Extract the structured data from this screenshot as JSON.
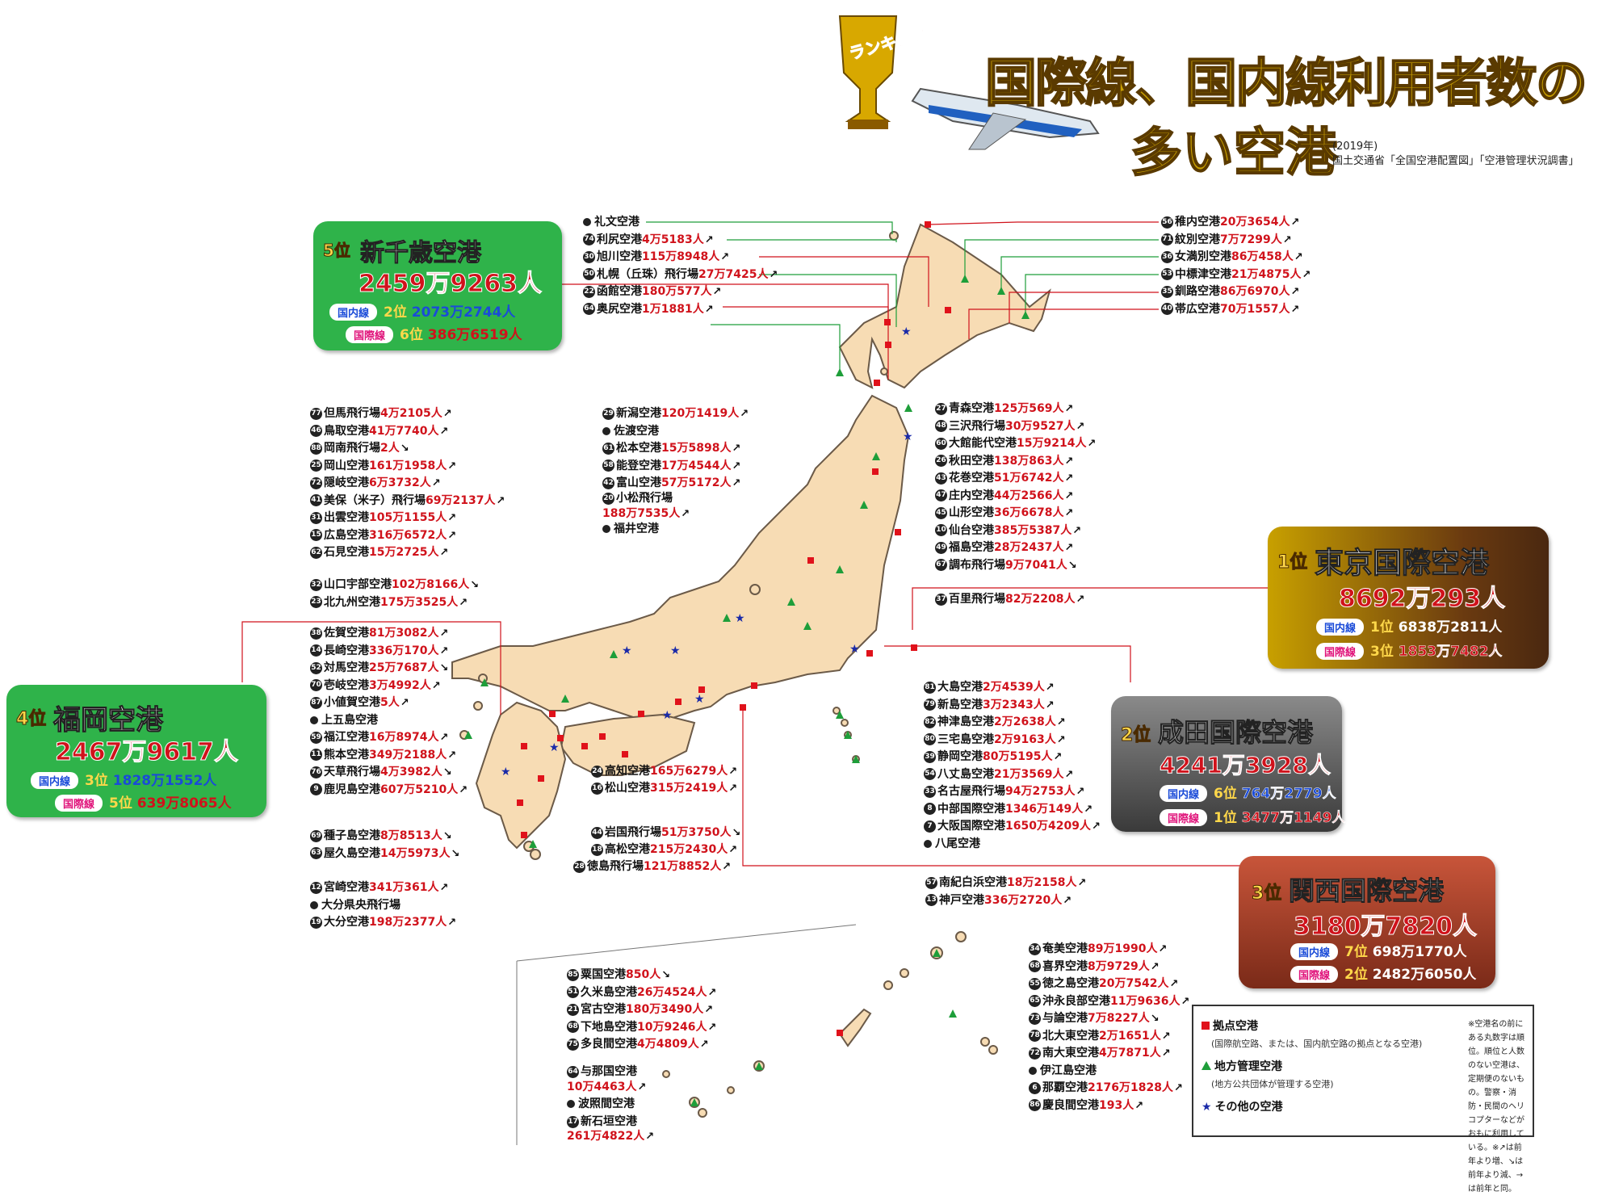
{
  "title": {
    "badge_text": "ランキング",
    "line1": "国際線、国内線利用者数の",
    "line2": "多い空港",
    "year": "(2019年)",
    "source": "国土交通省「全国空港配置図」「空港管理状況調書」"
  },
  "rank_boxes": {
    "r5": {
      "rank": "5位",
      "name": "新千歳空港",
      "total": "2459万9263人",
      "dom_tag": "国内線",
      "dom_rank": "2位",
      "dom_val": "2073万2744人",
      "intl_tag": "国際線",
      "intl_rank": "6位",
      "intl_val": "386万6519人"
    },
    "r1": {
      "rank": "1位",
      "name": "東京国際空港",
      "total": "8692万293人",
      "dom_tag": "国内線",
      "dom_rank": "1位",
      "dom_val": "6838万2811人",
      "intl_tag": "国際線",
      "intl_rank": "3位",
      "intl_val": "1853万7482人"
    },
    "r4": {
      "rank": "4位",
      "name": "福岡空港",
      "total": "2467万9617人",
      "dom_tag": "国内線",
      "dom_rank": "3位",
      "dom_val": "1828万1552人",
      "intl_tag": "国際線",
      "intl_rank": "5位",
      "intl_val": "639万8065人"
    },
    "r2": {
      "rank": "2位",
      "name": "成田国際空港",
      "total": "4241万3928人",
      "dom_tag": "国内線",
      "dom_rank": "6位",
      "dom_val": "764万2779人",
      "intl_tag": "国際線",
      "intl_rank": "1位",
      "intl_val": "3477万1149人"
    },
    "r3": {
      "rank": "3位",
      "name": "関西国際空港",
      "total": "3180万7820人",
      "dom_tag": "国内線",
      "dom_rank": "7位",
      "dom_val": "698万1770人",
      "intl_tag": "国際線",
      "intl_rank": "2位",
      "intl_val": "2482万6050人"
    }
  },
  "legend": {
    "hub": "拠点空港",
    "hub_note": "(国際航空路、または、国内航空路の拠点となる空港)",
    "local": "地方管理空港",
    "local_note": "(地方公共団体が管理する空港)",
    "other": "その他の空港",
    "note": "※空港名の前にある丸数字は順位。順位と人数のない空港は、定期便のないもの。警察・消防・民間のヘリコプターなどがおもに利用している。※↗は前年より増、↘は前年より減、→は前年と同。",
    "colors": {
      "hub": "#e0121b",
      "local": "#1e9e3a",
      "other": "#1a2aa8"
    }
  },
  "labels": {
    "hokkaido_left": [
      {
        "num": "",
        "name": "礼文空港",
        "value": "",
        "arrow": ""
      },
      {
        "num": "74",
        "name": "利尻空港",
        "value": "4万5183人",
        "arrow": "↗"
      },
      {
        "num": "30",
        "name": "旭川空港",
        "value": "115万8948人",
        "arrow": "↗"
      },
      {
        "num": "50",
        "name": "札幌（丘珠）飛行場",
        "value": "27万7425人",
        "arrow": "↗"
      },
      {
        "num": "22",
        "name": "函館空港",
        "value": "180万577人",
        "arrow": "↗"
      },
      {
        "num": "64",
        "name": "奥尻空港",
        "value": "1万1881人",
        "arrow": "↗"
      }
    ],
    "hokkaido_right": [
      {
        "num": "56",
        "name": "稚内空港",
        "value": "20万3654人",
        "arrow": "↗"
      },
      {
        "num": "71",
        "name": "紋別空港",
        "value": "7万7299人",
        "arrow": "↗"
      },
      {
        "num": "36",
        "name": "女満別空港",
        "value": "86万458人",
        "arrow": "↗"
      },
      {
        "num": "53",
        "name": "中標津空港",
        "value": "21万4875人",
        "arrow": "↗"
      },
      {
        "num": "35",
        "name": "釧路空港",
        "value": "86万6970人",
        "arrow": "↗"
      },
      {
        "num": "40",
        "name": "帯広空港",
        "value": "70万1557人",
        "arrow": "↗"
      }
    ],
    "west_upper": [
      {
        "num": "77",
        "name": "但馬飛行場",
        "value": "4万2105人",
        "arrow": "↗"
      },
      {
        "num": "46",
        "name": "鳥取空港",
        "value": "41万7740人",
        "arrow": "↗"
      },
      {
        "num": "88",
        "name": "岡南飛行場",
        "value": "2人",
        "arrow": "↘"
      },
      {
        "num": "25",
        "name": "岡山空港",
        "value": "161万1958人",
        "arrow": "↗"
      },
      {
        "num": "72",
        "name": "隠岐空港",
        "value": "6万3732人",
        "arrow": "↗"
      },
      {
        "num": "41",
        "name": "美保（米子）飛行場",
        "value": "69万2137人",
        "arrow": "↗"
      },
      {
        "num": "31",
        "name": "出雲空港",
        "value": "105万1155人",
        "arrow": "↗"
      },
      {
        "num": "15",
        "name": "広島空港",
        "value": "316万6572人",
        "arrow": "↗"
      },
      {
        "num": "62",
        "name": "石見空港",
        "value": "15万2725人",
        "arrow": "↗"
      }
    ],
    "west_mid": [
      {
        "num": "32",
        "name": "山口宇部空港",
        "value": "102万8166人",
        "arrow": "↘"
      },
      {
        "num": "23",
        "name": "北九州空港",
        "value": "175万3525人",
        "arrow": "↗"
      }
    ],
    "kyushu": [
      {
        "num": "38",
        "name": "佐賀空港",
        "value": "81万3082人",
        "arrow": "↗"
      },
      {
        "num": "14",
        "name": "長崎空港",
        "value": "336万170人",
        "arrow": "↗"
      },
      {
        "num": "52",
        "name": "対馬空港",
        "value": "25万7687人",
        "arrow": "↘"
      },
      {
        "num": "70",
        "name": "壱岐空港",
        "value": "3万4992人",
        "arrow": "↗"
      },
      {
        "num": "87",
        "name": "小値賀空港",
        "value": "5人",
        "arrow": "↗"
      },
      {
        "num": "",
        "name": "上五島空港",
        "value": "",
        "arrow": ""
      },
      {
        "num": "59",
        "name": "福江空港",
        "value": "16万8974人",
        "arrow": "↗"
      },
      {
        "num": "11",
        "name": "熊本空港",
        "value": "349万2188人",
        "arrow": "↗"
      },
      {
        "num": "76",
        "name": "天草飛行場",
        "value": "4万3982人",
        "arrow": "↘"
      },
      {
        "num": "9",
        "name": "鹿児島空港",
        "value": "607万5210人",
        "arrow": "↗"
      }
    ],
    "kyushu_south": [
      {
        "num": "69",
        "name": "種子島空港",
        "value": "8万8513人",
        "arrow": "↘"
      },
      {
        "num": "63",
        "name": "屋久島空港",
        "value": "14万5973人",
        "arrow": "↘"
      }
    ],
    "kyushu_east": [
      {
        "num": "12",
        "name": "宮崎空港",
        "value": "341万361人",
        "arrow": "↗"
      },
      {
        "num": "",
        "name": "大分県央飛行場",
        "value": "",
        "arrow": ""
      },
      {
        "num": "19",
        "name": "大分空港",
        "value": "198万2377人",
        "arrow": "↗"
      }
    ],
    "center_top": [
      {
        "num": "29",
        "name": "新潟空港",
        "value": "120万1419人",
        "arrow": "↗"
      },
      {
        "num": "",
        "name": "佐渡空港",
        "value": "",
        "arrow": ""
      },
      {
        "num": "61",
        "name": "松本空港",
        "value": "15万5898人",
        "arrow": "↗"
      },
      {
        "num": "58",
        "name": "能登空港",
        "value": "17万4544人",
        "arrow": "↗"
      },
      {
        "num": "42",
        "name": "富山空港",
        "value": "57万5172人",
        "arrow": "↗"
      }
    ],
    "center_komatsu": {
      "num": "20",
      "name": "小松飛行場",
      "value": "188万7535人",
      "arrow": "↗"
    },
    "center_fukui": {
      "num": "",
      "name": "福井空港"
    },
    "shikoku": [
      {
        "num": "24",
        "name": "高知空港",
        "value": "165万6279人",
        "arrow": "↗"
      },
      {
        "num": "16",
        "name": "松山空港",
        "value": "315万2419人",
        "arrow": "↗"
      },
      {
        "num": "44",
        "name": "岩国飛行場",
        "value": "51万3750人",
        "arrow": "↘"
      },
      {
        "num": "18",
        "name": "高松空港",
        "value": "215万2430人",
        "arrow": "↗"
      },
      {
        "num": "28",
        "name": "徳島飛行場",
        "value": "121万8852人",
        "arrow": "↗"
      }
    ],
    "tohoku": [
      {
        "num": "27",
        "name": "青森空港",
        "value": "125万569人",
        "arrow": "↗"
      },
      {
        "num": "48",
        "name": "三沢飛行場",
        "value": "30万9527人",
        "arrow": "↗"
      },
      {
        "num": "60",
        "name": "大館能代空港",
        "value": "15万9214人",
        "arrow": "↗"
      },
      {
        "num": "26",
        "name": "秋田空港",
        "value": "138万863人",
        "arrow": "↗"
      },
      {
        "num": "43",
        "name": "花巻空港",
        "value": "51万6742人",
        "arrow": "↗"
      },
      {
        "num": "47",
        "name": "庄内空港",
        "value": "44万2566人",
        "arrow": "↗"
      },
      {
        "num": "45",
        "name": "山形空港",
        "value": "36万6678人",
        "arrow": "↗"
      },
      {
        "num": "10",
        "name": "仙台空港",
        "value": "385万5387人",
        "arrow": "↗"
      },
      {
        "num": "49",
        "name": "福島空港",
        "value": "28万2437人",
        "arrow": "↗"
      },
      {
        "num": "67",
        "name": "調布飛行場",
        "value": "9万7041人",
        "arrow": "↘"
      }
    ],
    "hyakuri": {
      "num": "37",
      "name": "百里飛行場",
      "value": "82万2208人",
      "arrow": "↗"
    },
    "kanto_islands": [
      {
        "num": "81",
        "name": "大島空港",
        "value": "2万4539人",
        "arrow": "↗"
      },
      {
        "num": "79",
        "name": "新島空港",
        "value": "3万2343人",
        "arrow": "↗"
      },
      {
        "num": "82",
        "name": "神津島空港",
        "value": "2万2638人",
        "arrow": "↗"
      },
      {
        "num": "80",
        "name": "三宅島空港",
        "value": "2万9163人",
        "arrow": "↗"
      },
      {
        "num": "39",
        "name": "静岡空港",
        "value": "80万5195人",
        "arrow": "↗"
      },
      {
        "num": "54",
        "name": "八丈島空港",
        "value": "21万3569人",
        "arrow": "↗"
      },
      {
        "num": "33",
        "name": "名古屋飛行場",
        "value": "94万2753人",
        "arrow": "↗"
      },
      {
        "num": "8",
        "name": "中部国際空港",
        "value": "1346万149人",
        "arrow": "↗"
      },
      {
        "num": "7",
        "name": "大阪国際空港",
        "value": "1650万4209人",
        "arrow": "↗"
      },
      {
        "num": "",
        "name": "八尾空港",
        "value": "",
        "arrow": ""
      }
    ],
    "kansai": [
      {
        "num": "57",
        "name": "南紀白浜空港",
        "value": "18万2158人",
        "arrow": "↗"
      },
      {
        "num": "13",
        "name": "神戸空港",
        "value": "336万2720人",
        "arrow": "↗"
      }
    ],
    "okinawa_left": [
      {
        "num": "85",
        "name": "粟国空港",
        "value": "850人",
        "arrow": "↘"
      },
      {
        "num": "51",
        "name": "久米島空港",
        "value": "26万4524人",
        "arrow": "↗"
      },
      {
        "num": "21",
        "name": "宮古空港",
        "value": "180万3490人",
        "arrow": "↗"
      },
      {
        "num": "68",
        "name": "下地島空港",
        "value": "10万9246人",
        "arrow": "↗"
      },
      {
        "num": "75",
        "name": "多良間空港",
        "value": "4万4809人",
        "arrow": "↗"
      }
    ],
    "okinawa_yonaguni": {
      "num": "64",
      "name": "与那国空港",
      "value": "10万4463人",
      "arrow": "↗"
    },
    "okinawa_hateruma": {
      "num": "",
      "name": "波照間空港"
    },
    "okinawa_ishigaki": {
      "num": "17",
      "name": "新石垣空港",
      "value": "261万4822人",
      "arrow": "↗"
    },
    "okinawa_right": [
      {
        "num": "34",
        "name": "奄美空港",
        "value": "89万1990人",
        "arrow": "↗"
      },
      {
        "num": "68",
        "name": "喜界空港",
        "value": "8万9729人",
        "arrow": "↗"
      },
      {
        "num": "55",
        "name": "徳之島空港",
        "value": "20万7542人",
        "arrow": "↗"
      },
      {
        "num": "65",
        "name": "沖永良部空港",
        "value": "11万9636人",
        "arrow": "↗"
      },
      {
        "num": "73",
        "name": "与論空港",
        "value": "7万8227人",
        "arrow": "↘"
      },
      {
        "num": "78",
        "name": "北大東空港",
        "value": "2万1651人",
        "arrow": "↗"
      },
      {
        "num": "72",
        "name": "南大東空港",
        "value": "4万7871人",
        "arrow": "↗"
      },
      {
        "num": "",
        "name": "伊江島空港",
        "value": "",
        "arrow": ""
      },
      {
        "num": "6",
        "name": "那覇空港",
        "value": "2176万1828人",
        "arrow": "↗"
      },
      {
        "num": "86",
        "name": "慶良間空港",
        "value": "193人",
        "arrow": "↗"
      }
    ]
  }
}
